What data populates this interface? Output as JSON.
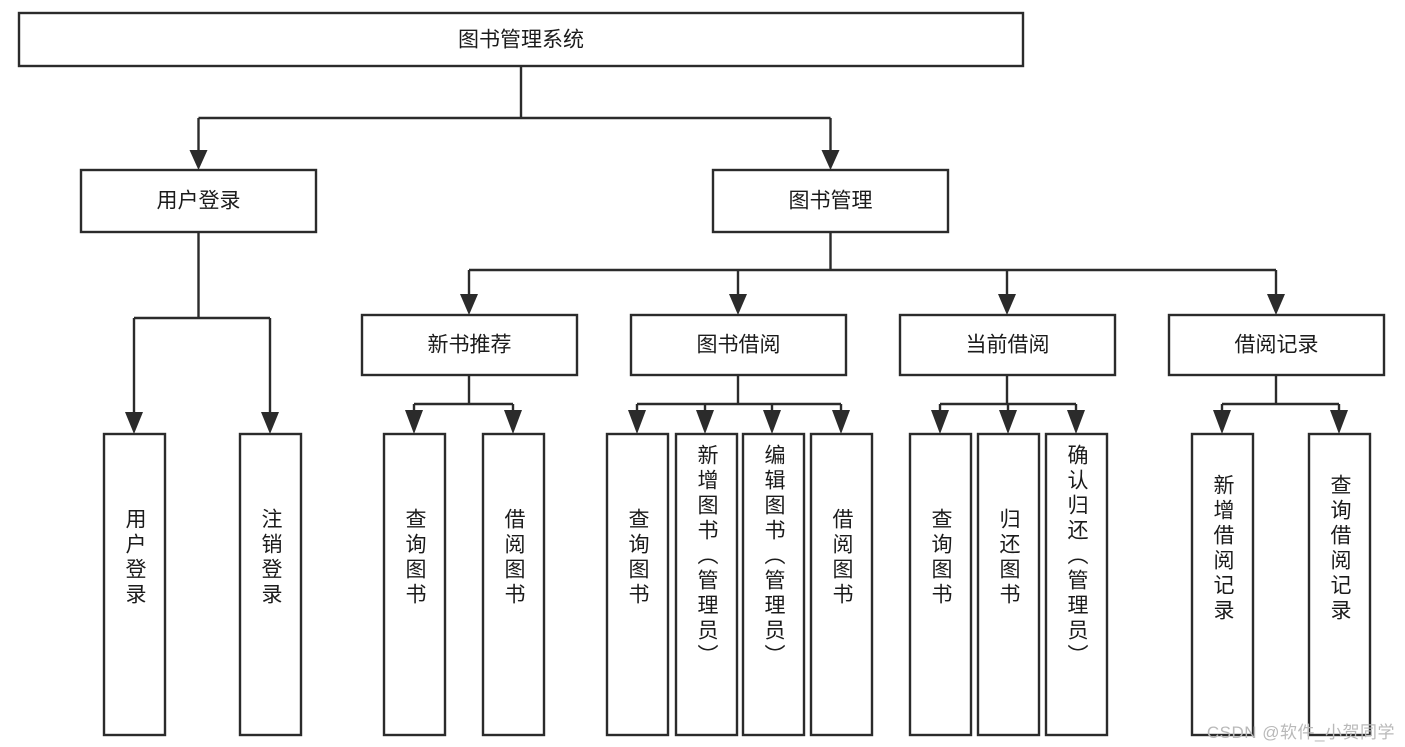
{
  "diagram": {
    "type": "tree",
    "title": "图书管理系统",
    "root": {
      "id": "root",
      "label": "图书管理系统",
      "orientation": "horizontal"
    },
    "level2": [
      {
        "id": "user-login",
        "label": "用户登录",
        "orientation": "horizontal"
      },
      {
        "id": "book-management",
        "label": "图书管理",
        "orientation": "horizontal"
      }
    ],
    "level3": [
      {
        "id": "new-book-recommend",
        "label": "新书推荐",
        "orientation": "horizontal",
        "parent": "book-management"
      },
      {
        "id": "book-borrow",
        "label": "图书借阅",
        "orientation": "horizontal",
        "parent": "book-management"
      },
      {
        "id": "current-borrow",
        "label": "当前借阅",
        "orientation": "horizontal",
        "parent": "book-management"
      },
      {
        "id": "borrow-record",
        "label": "借阅记录",
        "orientation": "horizontal",
        "parent": "book-management"
      }
    ],
    "leaves": [
      {
        "id": "leaf-user-login",
        "label": "用户登录",
        "parent": "user-login",
        "orientation": "vertical"
      },
      {
        "id": "leaf-user-logout",
        "label": "注销登录",
        "parent": "user-login",
        "orientation": "vertical"
      },
      {
        "id": "leaf-query-book-1",
        "label": "查询图书",
        "parent": "new-book-recommend",
        "orientation": "vertical"
      },
      {
        "id": "leaf-borrow-book-1",
        "label": "借阅图书",
        "parent": "new-book-recommend",
        "orientation": "vertical"
      },
      {
        "id": "leaf-query-book-2",
        "label": "查询图书",
        "parent": "book-borrow",
        "orientation": "vertical"
      },
      {
        "id": "leaf-add-book",
        "label": "新增图书（管理员）",
        "parent": "book-borrow",
        "orientation": "vertical"
      },
      {
        "id": "leaf-edit-book",
        "label": "编辑图书（管理员）",
        "parent": "book-borrow",
        "orientation": "vertical"
      },
      {
        "id": "leaf-borrow-book-2",
        "label": "借阅图书",
        "parent": "book-borrow",
        "orientation": "vertical"
      },
      {
        "id": "leaf-query-book-3",
        "label": "查询图书",
        "parent": "current-borrow",
        "orientation": "vertical"
      },
      {
        "id": "leaf-return-book",
        "label": "归还图书",
        "parent": "current-borrow",
        "orientation": "vertical"
      },
      {
        "id": "leaf-confirm-return",
        "label": "确认归还（管理员）",
        "parent": "current-borrow",
        "orientation": "vertical"
      },
      {
        "id": "leaf-add-record",
        "label": "新增借阅记录",
        "parent": "borrow-record",
        "orientation": "vertical"
      },
      {
        "id": "leaf-query-record",
        "label": "查询借阅记录",
        "parent": "borrow-record",
        "orientation": "vertical"
      }
    ],
    "colors": {
      "stroke": "#2b2b2b",
      "box_fill": "#ffffff",
      "text": "#1b1b1b",
      "background": "#ffffff",
      "watermark": "#b9b9b9"
    }
  },
  "watermark": {
    "text": "CSDN @软件_小贺同学"
  }
}
